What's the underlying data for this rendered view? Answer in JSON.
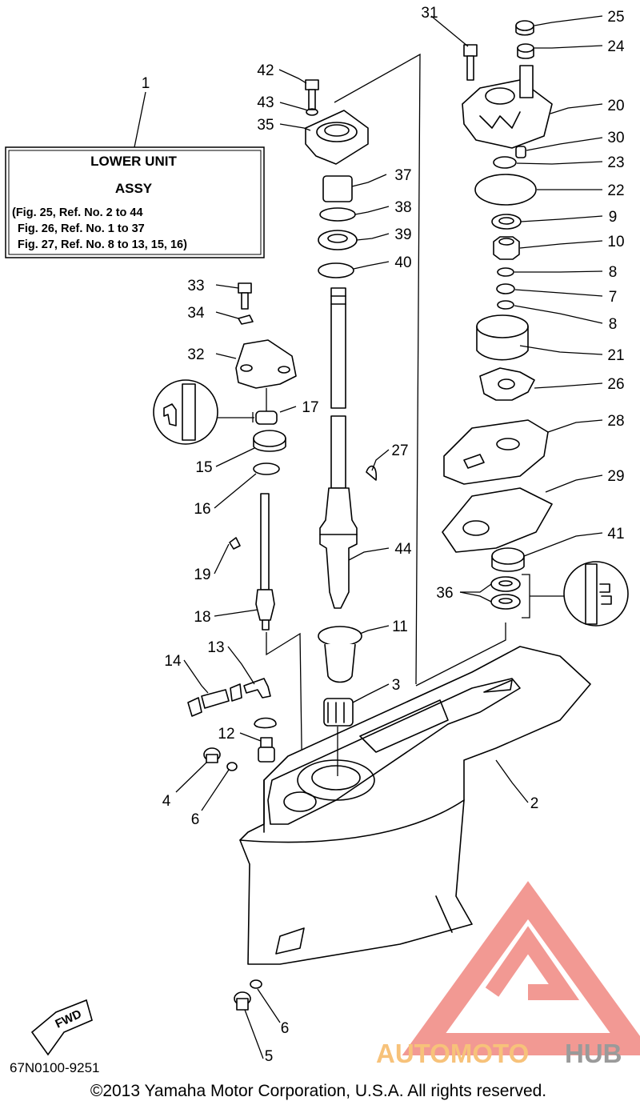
{
  "info_box": {
    "title_line1": "LOWER UNIT",
    "title_line2": "ASSY",
    "refs": [
      "(Fig. 25, Ref. No. 2 to 44",
      "Fig. 26, Ref. No. 1 to 37",
      "Fig. 27, Ref. No. 8 to 13, 15, 16)"
    ]
  },
  "callouts": [
    "1",
    "2",
    "3",
    "4",
    "5",
    "6",
    "6",
    "7",
    "8",
    "8",
    "9",
    "10",
    "11",
    "12",
    "13",
    "14",
    "15",
    "16",
    "17",
    "18",
    "19",
    "20",
    "21",
    "22",
    "23",
    "24",
    "25",
    "26",
    "27",
    "28",
    "29",
    "30",
    "31",
    "32",
    "33",
    "34",
    "35",
    "36",
    "37",
    "38",
    "39",
    "40",
    "41",
    "42",
    "43",
    "44"
  ],
  "fwd_label": "FWD",
  "drawing_code": "67N0100-9251",
  "copyright": "©2013 Yamaha Motor Corporation, U.S.A. All rights reserved.",
  "watermark": {
    "part1": "AUTOMOTO",
    "part2": "HUB",
    "color_red": "#e8463c",
    "color_orange": "#f7c27a",
    "color_gray": "#9a9a9a"
  }
}
